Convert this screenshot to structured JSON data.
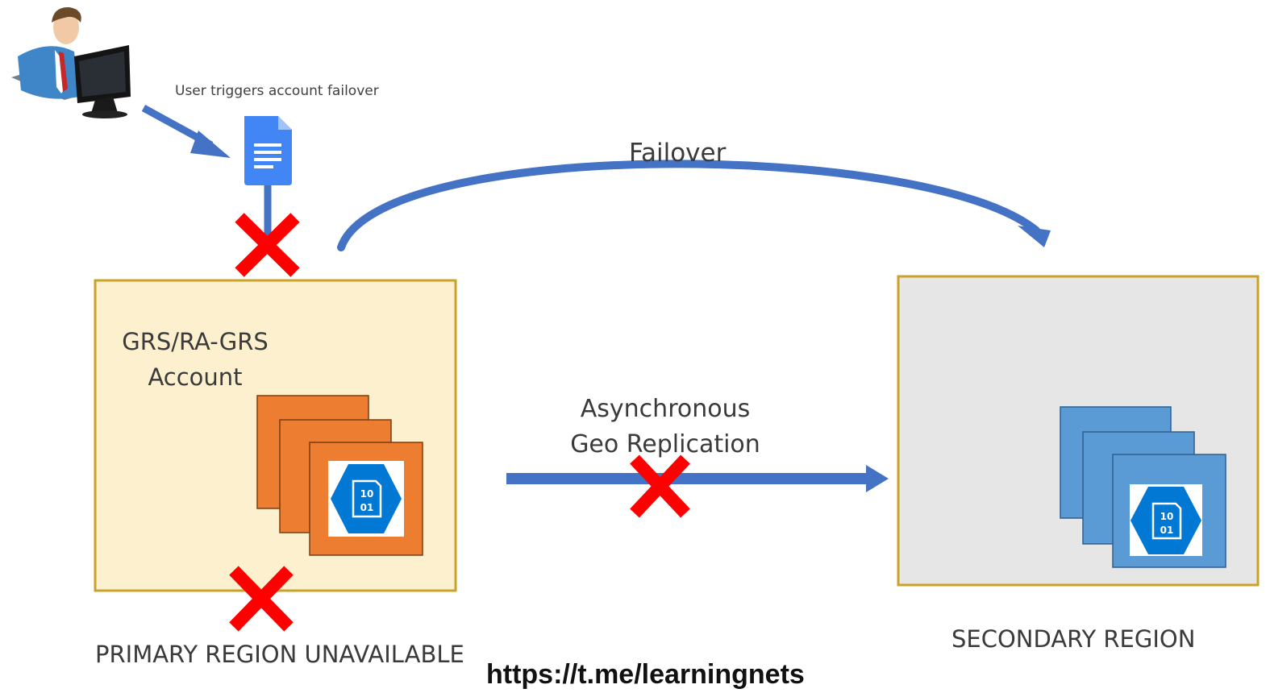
{
  "diagram": {
    "user_trigger_label": "User triggers account failover",
    "failover_label": "Failover",
    "primary_account_line1": "GRS/RA-GRS",
    "primary_account_line2": "Account",
    "replication_line1": "Asynchronous",
    "replication_line2": "Geo Replication",
    "primary_region_label": "PRIMARY REGION UNAVAILABLE",
    "secondary_region_label": "SECONDARY REGION",
    "watermark_url": "https://t.me/learningnets",
    "blob_icon_text_line1": "10",
    "blob_icon_text_line2": "01"
  },
  "colors": {
    "arrow_blue": "#4472c4",
    "cross_red": "#ff0000",
    "primary_fill": "#fdf0cf",
    "region_border": "#c9a227",
    "secondary_fill": "#e6e6e6",
    "orange_stack": "#ed7d31",
    "blue_stack": "#5b9bd5",
    "azure_blue": "#0078d4",
    "doc_blue": "#4285f4"
  },
  "icons": [
    "user-at-computer-icon",
    "document-icon",
    "storage-blob-icon",
    "failure-cross-icon"
  ]
}
